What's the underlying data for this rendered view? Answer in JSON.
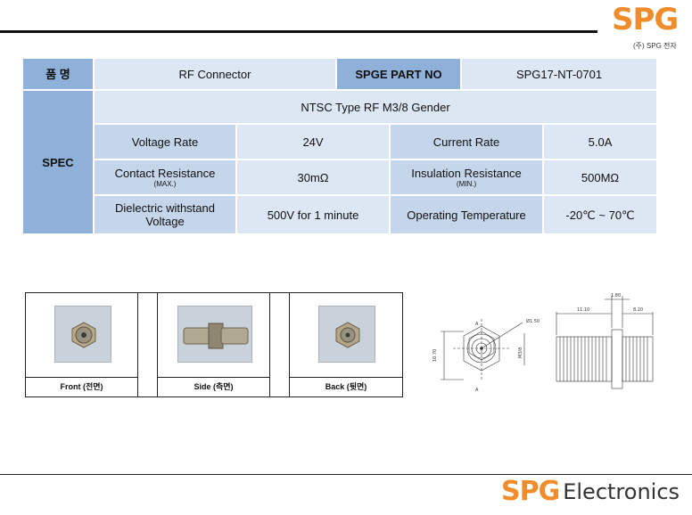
{
  "header": {
    "logo_mark": "SPG",
    "logo_sub": "(주) SPG 전자"
  },
  "table": {
    "product_label": "품   명",
    "product_value": "RF Connector",
    "part_no_label": "SPGE PART NO",
    "part_no_value": "SPG17-NT-0701",
    "spec_label": "SPEC",
    "spec_title": "NTSC Type RF M3/8 Gender",
    "rows": [
      {
        "label_a": "Voltage Rate",
        "note_a": "",
        "value_a": "24V",
        "label_b": "Current Rate",
        "note_b": "",
        "value_b": "5.0A"
      },
      {
        "label_a": "Contact Resistance",
        "note_a": "(MAX.)",
        "value_a": "30mΩ",
        "label_b": "Insulation Resistance",
        "note_b": "(MIN.)",
        "value_b": "500MΩ"
      },
      {
        "label_a": "Dielectric withstand Voltage",
        "note_a": "",
        "value_a": "500V for 1 minute",
        "label_b": "Operating Temperature",
        "note_b": "",
        "value_b": "-20℃ ~ 70℃"
      }
    ]
  },
  "photos": {
    "front": "Front (전면)",
    "side": "Side (측면)",
    "back": "Back (뒷면)"
  },
  "drawing": {
    "dim_hole": "Ø1.50",
    "dim_height": "10.70",
    "dim_thread": "M3/8",
    "dim_top": "1.80",
    "dim_left": "11.10",
    "dim_right": "8.20",
    "section_mark": "A"
  },
  "footer": {
    "logo_mark": "SPG",
    "logo_word": "Electronics"
  },
  "colors": {
    "header_cell": "#8fb0d9",
    "value_cell": "#dde6f3",
    "brand_orange": "#f08c2b"
  }
}
